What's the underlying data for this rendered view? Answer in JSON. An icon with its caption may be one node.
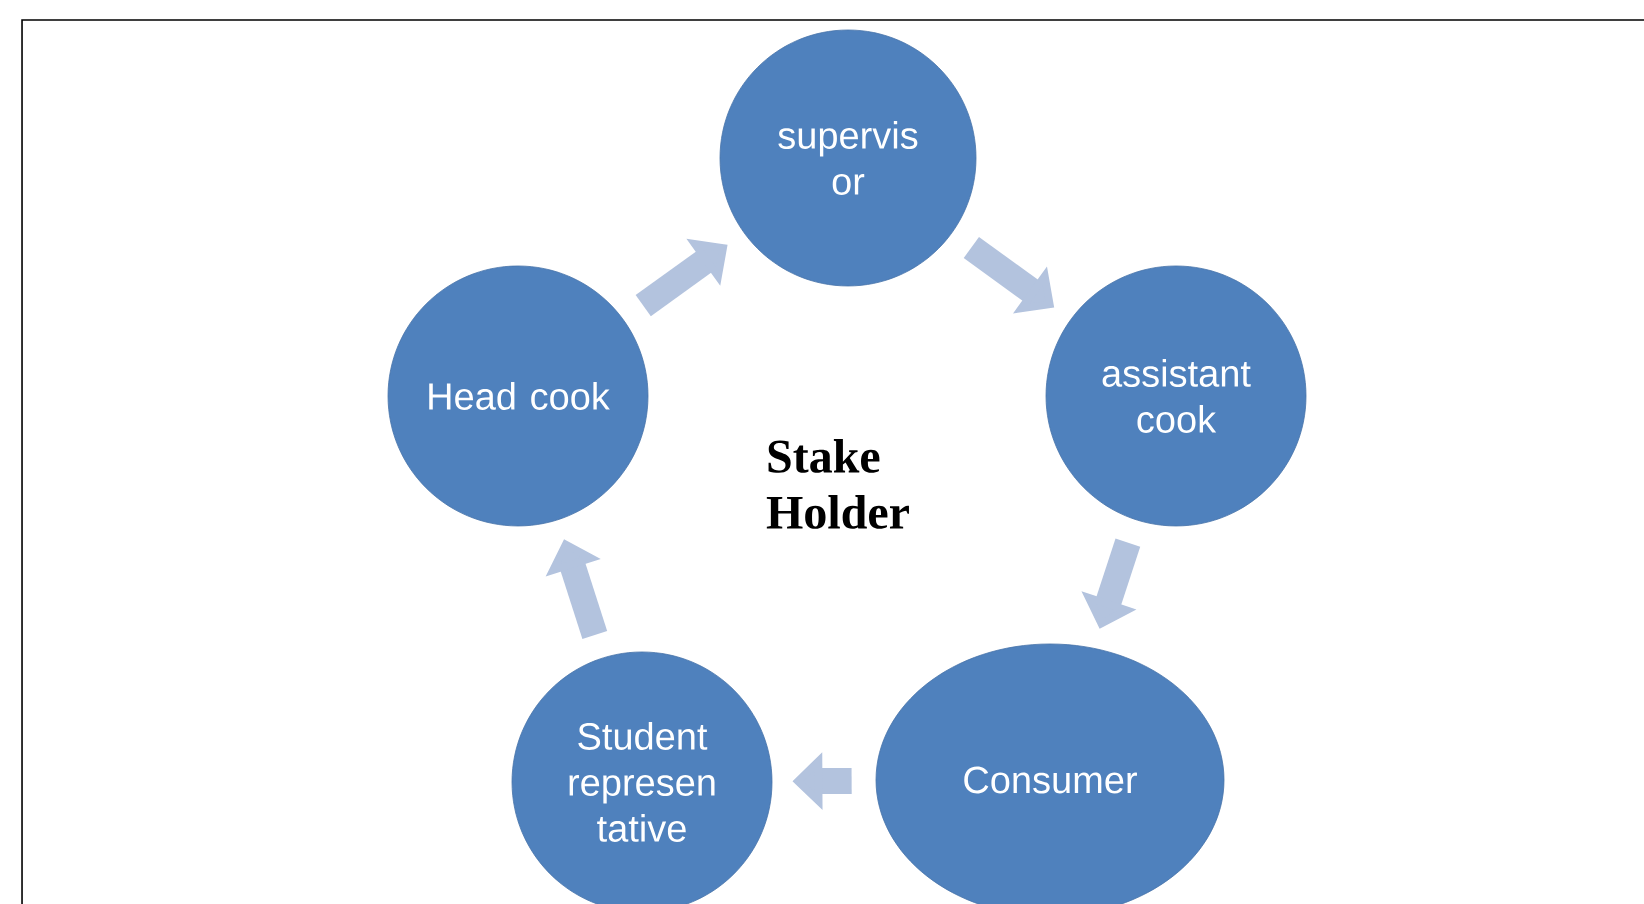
{
  "diagram": {
    "nodes": [
      {
        "text": [
          "supervis or"
        ]
      },
      {
        "text": [
          "assistant cook"
        ]
      },
      {
        "text": [
          "Consumer"
        ]
      },
      {
        "text": [
          "Student represen tative"
        ]
      },
      {
        "text": [
          "Head cook"
        ]
      }
    ],
    "edges": [
      {
        "from": 4,
        "to": 0,
        "arrow": "to"
      },
      {
        "from": 0,
        "to": 1,
        "arrow": "to"
      },
      {
        "from": 1,
        "to": 2,
        "arrow": "to"
      },
      {
        "from": 2,
        "to": 3,
        "arrow": "to"
      },
      {
        "from": 3,
        "to": 4,
        "arrow": "to"
      }
    ],
    "labels": [
      "Stake Holder"
    ]
  }
}
